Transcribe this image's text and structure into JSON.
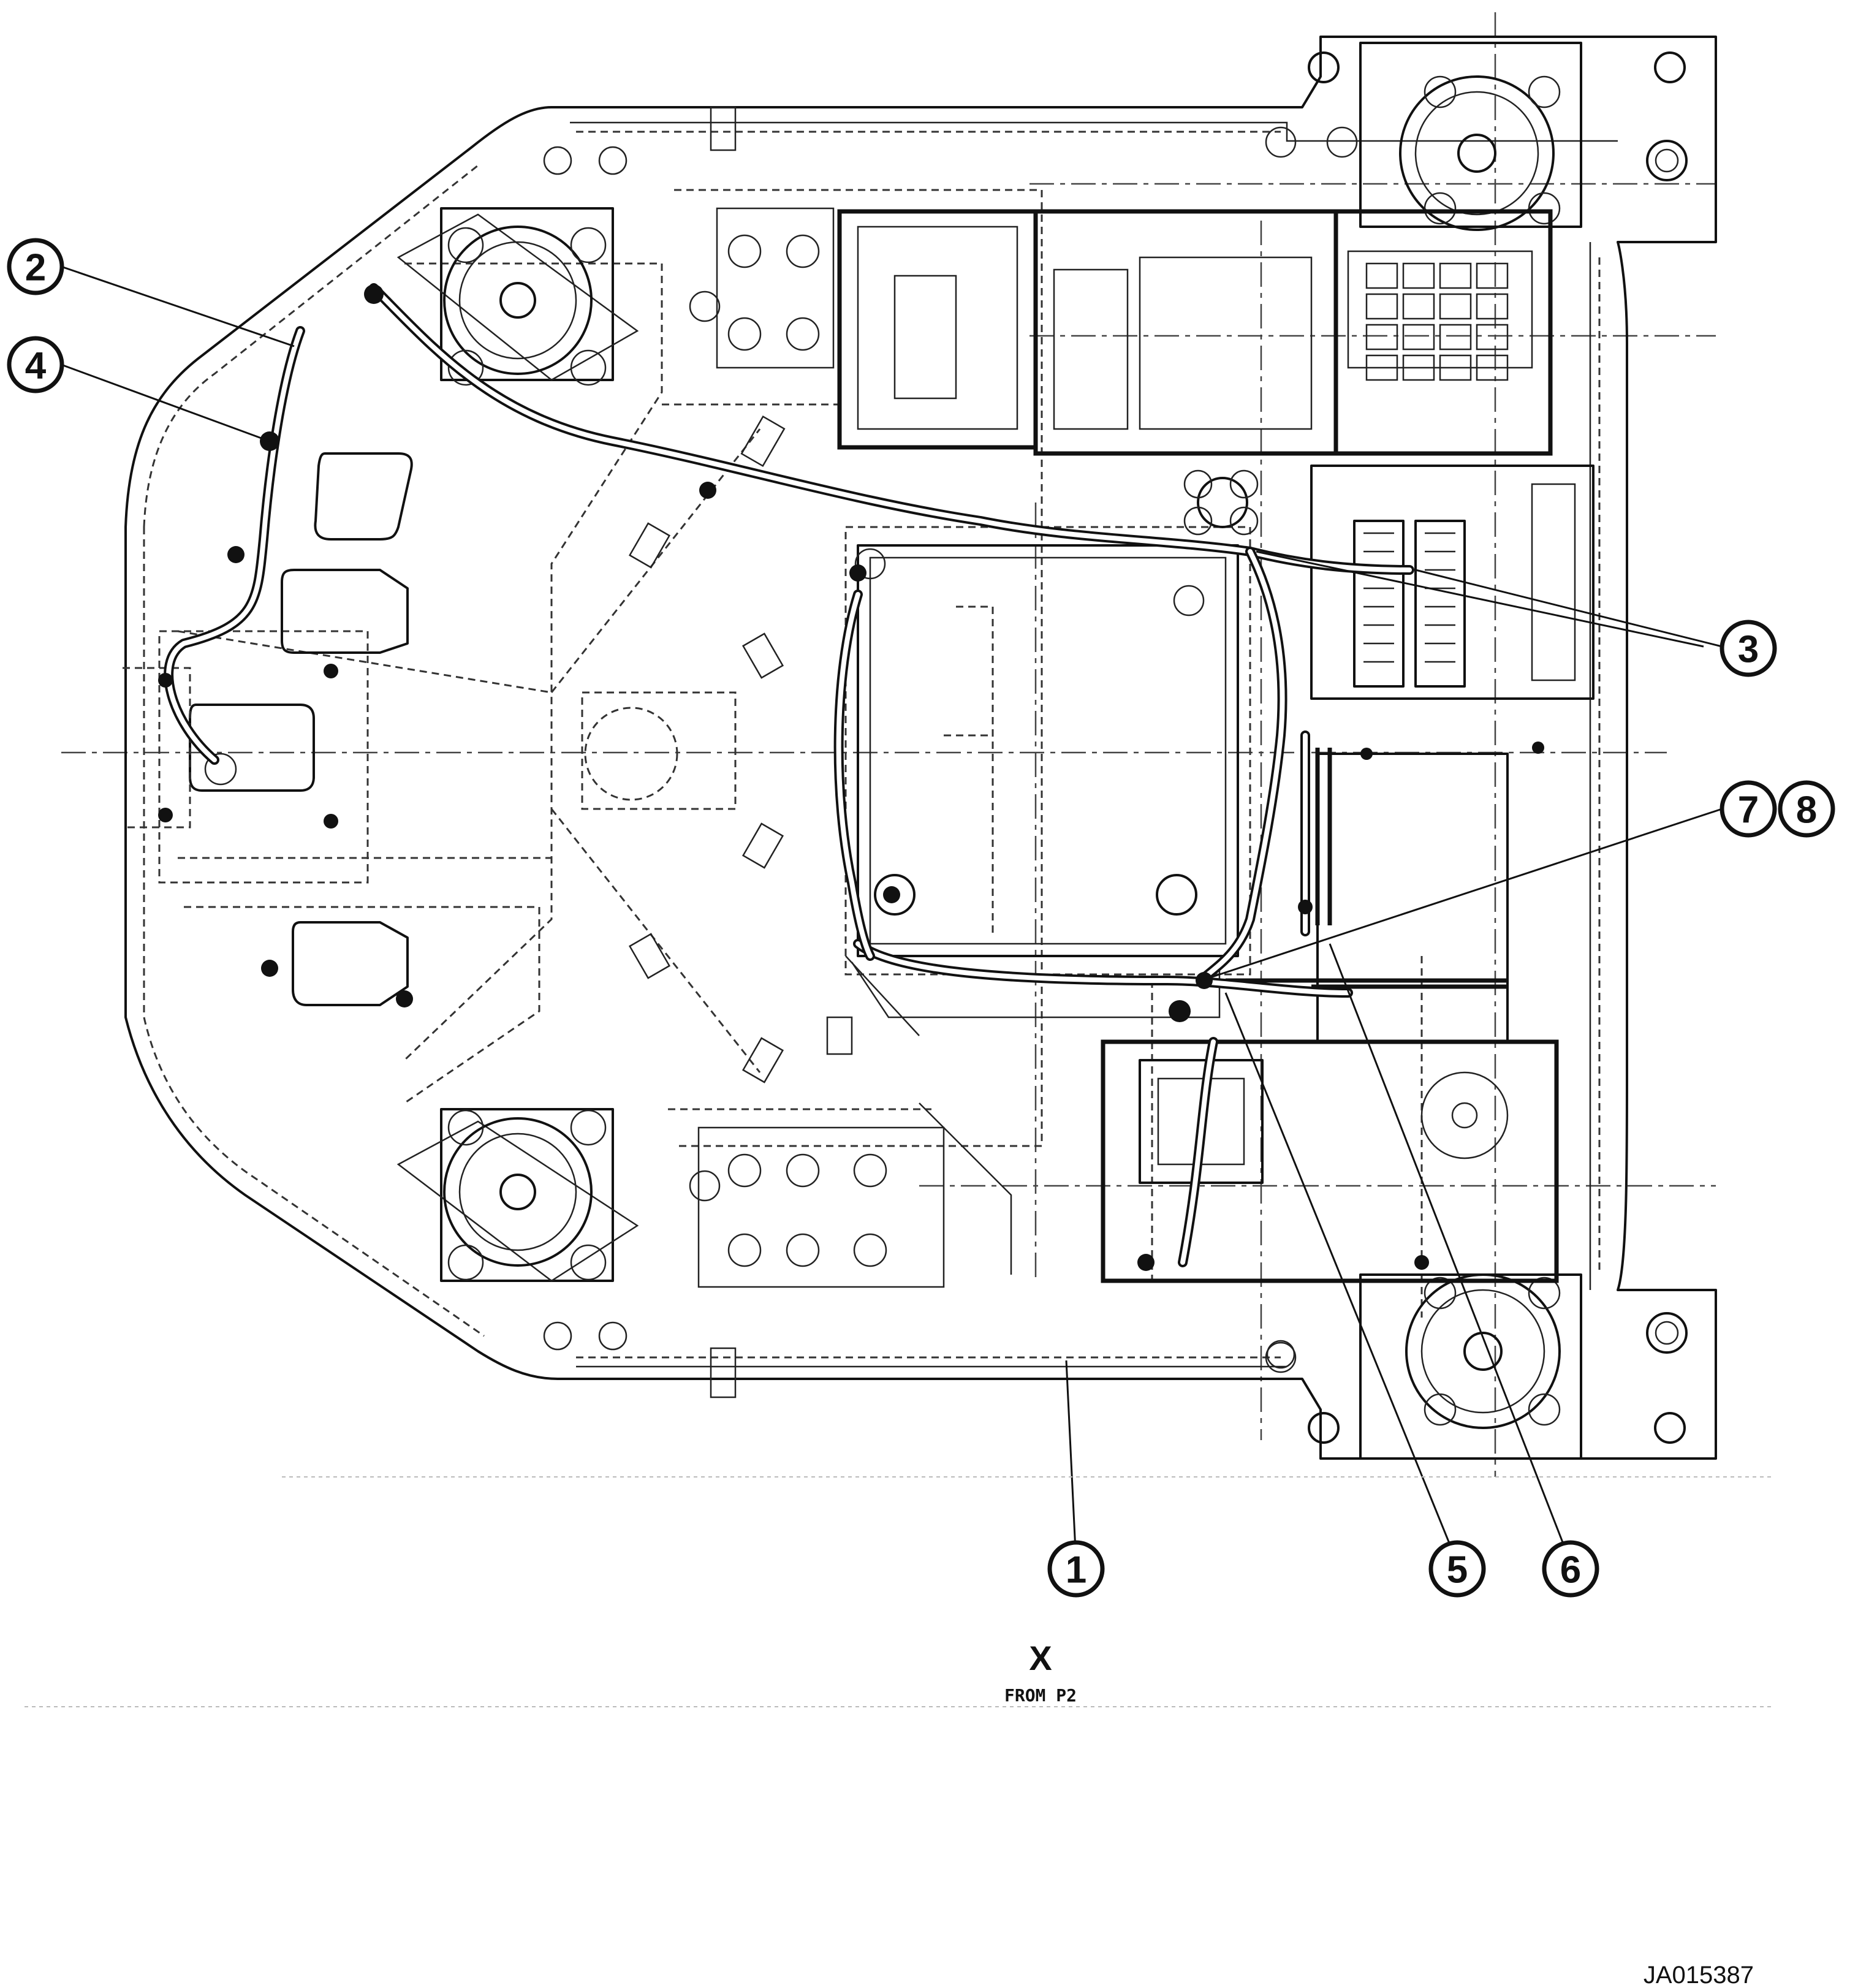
{
  "view": {
    "letter": "X",
    "source": "FROM P2"
  },
  "drawing_code": "JA015387",
  "callouts": [
    {
      "id": "1",
      "label": "1"
    },
    {
      "id": "2",
      "label": "2"
    },
    {
      "id": "3",
      "label": "3"
    },
    {
      "id": "4",
      "label": "4"
    },
    {
      "id": "5",
      "label": "5"
    },
    {
      "id": "6",
      "label": "6"
    },
    {
      "id": "7",
      "label": "7"
    },
    {
      "id": "8",
      "label": "8"
    }
  ]
}
